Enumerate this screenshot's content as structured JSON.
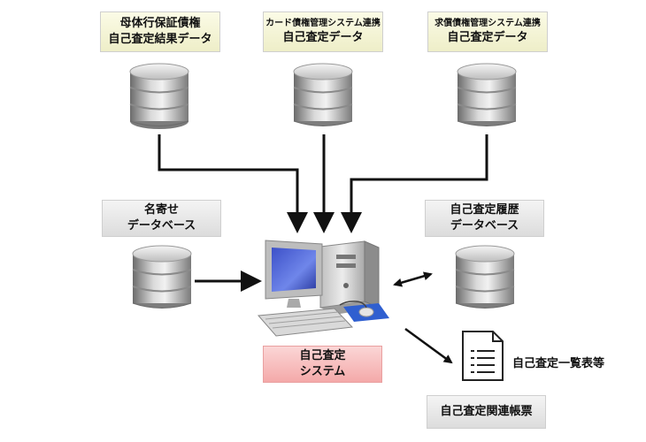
{
  "sources": [
    {
      "line1": "母体行保証債権",
      "line2": "自己査定結果データ"
    },
    {
      "line1": "カード債権管理システム連携",
      "line2": "自己査定データ"
    },
    {
      "line1": "求償債権管理システム連携",
      "line2": "自己査定データ"
    }
  ],
  "nayose": {
    "line1": "名寄せ",
    "line2": "データベース"
  },
  "history": {
    "line1": "自己査定履歴",
    "line2": "データベース"
  },
  "system": {
    "line1": "自己査定",
    "line2": "システム"
  },
  "document": {
    "label": "自己査定一覧表等"
  },
  "reports": {
    "label": "自己査定関連帳票"
  }
}
